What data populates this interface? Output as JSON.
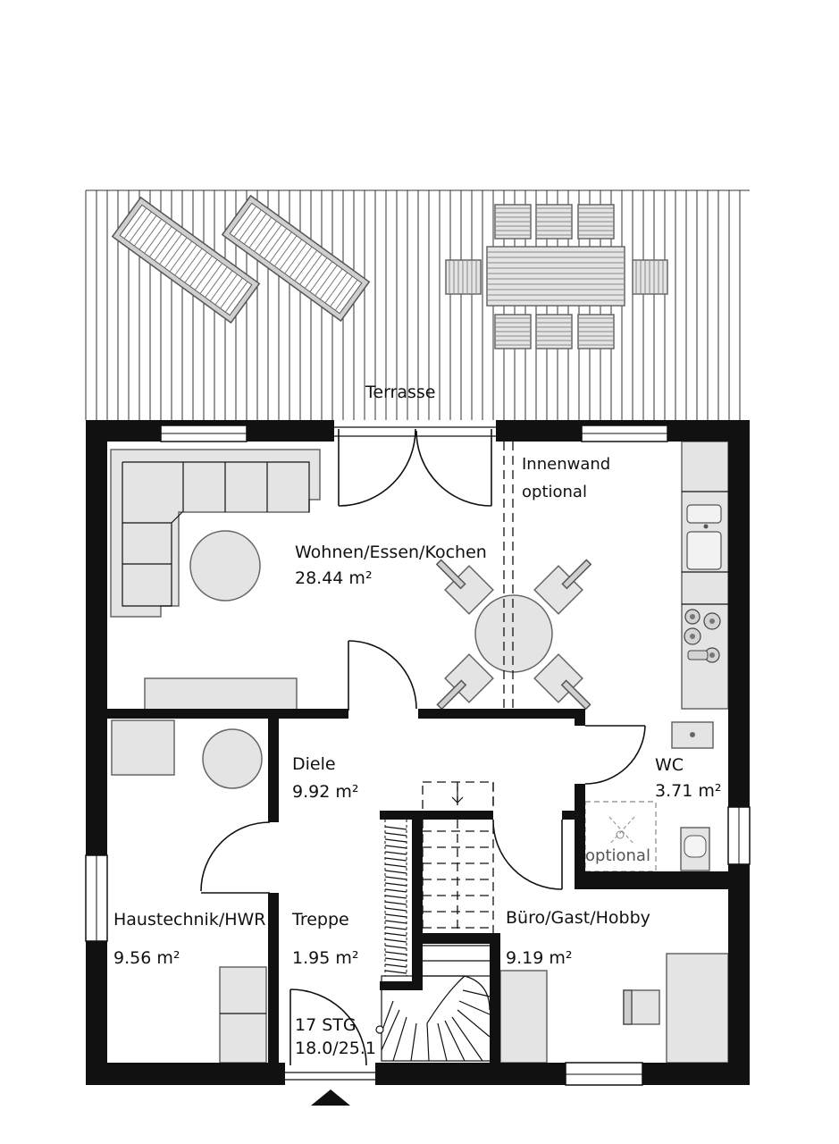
{
  "rooms": {
    "terrace": {
      "name": "Terrasse"
    },
    "living": {
      "name": "Wohnen/Essen/Kochen",
      "area": "28.44 m²"
    },
    "partition_note": {
      "line1": "Innenwand",
      "line2": "optional"
    },
    "hall": {
      "name": "Diele",
      "area": "9.92 m²"
    },
    "wc": {
      "name": "WC",
      "area": "3.71 m²",
      "shower_note": "optional"
    },
    "utility": {
      "name": "Haustechnik/HWR",
      "area": "9.56 m²"
    },
    "stairs": {
      "name": "Treppe",
      "area": "1.95 m²",
      "steps": "17 STG",
      "rise_run": "18.0/25.1"
    },
    "office": {
      "name": "Büro/Gast/Hobby",
      "area": "9.19 m²"
    }
  },
  "icons": {
    "entrance": "entrance-arrow-icon"
  },
  "colors": {
    "wall": "#111111",
    "furniture": "#e4e4e4",
    "furniture_stroke": "#666666",
    "background": "#ffffff"
  }
}
